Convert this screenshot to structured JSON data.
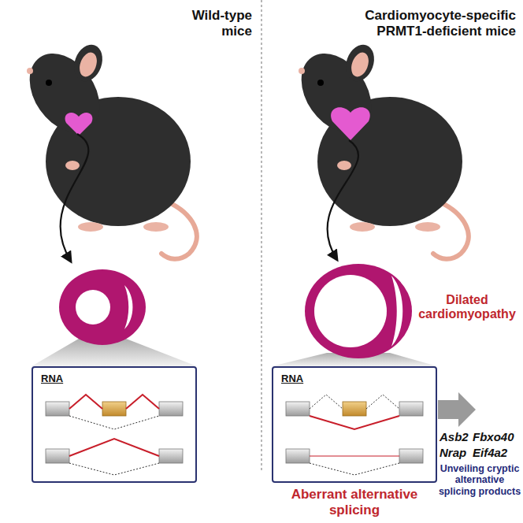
{
  "diagram": {
    "nodes": [
      {
        "text": [
          "RNA"
        ]
      },
      {
        "text": [
          "RNA"
        ]
      }
    ],
    "labels": [
      "Wild-type mice",
      "Cardiomyocyte-specific PRMT1-deficient mice",
      "Dilated cardiomyopathy",
      "Aberrant alternative splicing",
      "Asb2",
      "Fbxo40",
      "Nrap",
      "Eif4a2",
      "Unveiling cryptic alternative splicing products"
    ]
  }
}
